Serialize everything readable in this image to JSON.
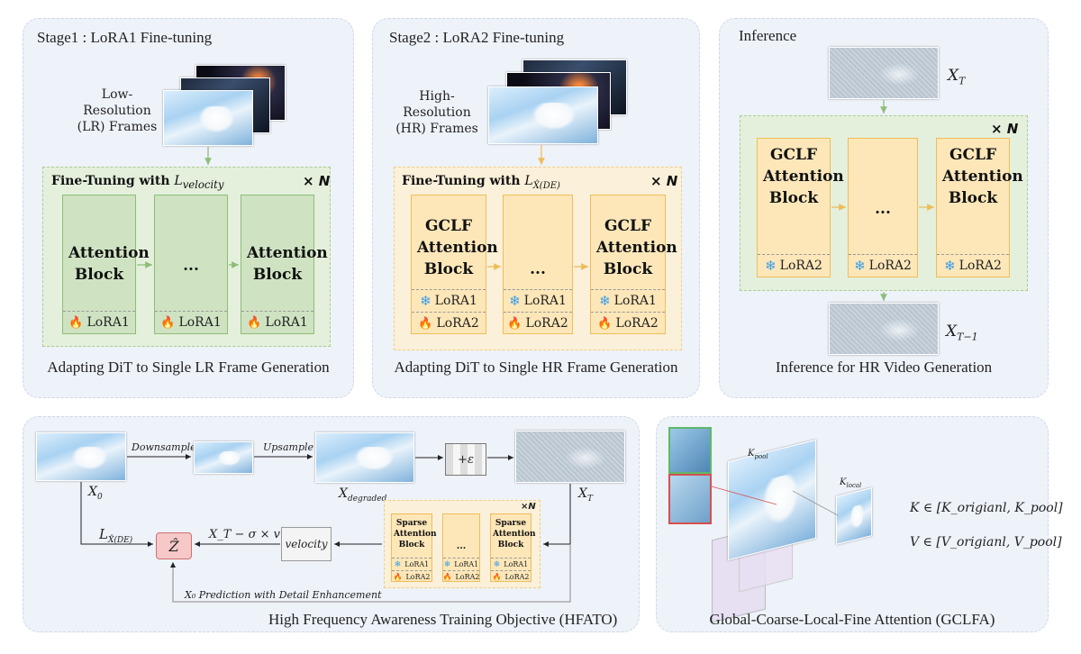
{
  "stage1": {
    "title": "Stage1 : LoRA1 Fine-tuning",
    "frames_label": "Low-Resolution\n(LR) Frames",
    "finetune_prefix": "Fine-Tuning with ",
    "finetune_loss": "L",
    "finetune_loss_sub": "velocity",
    "times_n": "× N",
    "block1": "Attention Block",
    "block_mid": "...",
    "block3": "Attention Block",
    "lora": "LoRA1",
    "caption": "Adapting DiT to Single LR Frame Generation"
  },
  "stage2": {
    "title": "Stage2 : LoRA2 Fine-tuning",
    "frames_label": "High-Resolution\n(HR) Frames",
    "finetune_prefix": "Fine-Tuning with ",
    "finetune_loss": "L",
    "finetune_loss_sub": "X̂(DE)",
    "times_n": "× N",
    "block1": "GCLF Attention Block",
    "block_mid": "...",
    "block3": "GCLF Attention Block",
    "lora_a": "LoRA1",
    "lora_b": "LoRA2",
    "caption": "Adapting DiT to Single HR Frame Generation"
  },
  "inference": {
    "title": "Inference",
    "xt": "X",
    "xt_sub": "T",
    "xt1_sub": "T−1",
    "times_n": "× N",
    "block1": "GCLF Attention Block",
    "block_mid": "...",
    "block3": "GCLF Attention Block",
    "lora": "LoRA2",
    "caption": "Inference for HR Video Generation"
  },
  "hfato": {
    "downsample": "Downsample",
    "upsample": "Upsample",
    "noise": "+ε",
    "x0": "X",
    "x0_sub": "0",
    "xdeg_sub": "degraded",
    "xt_sub": "T",
    "loss": "L",
    "loss_sub": "X̂(DE)",
    "zhat": "Ẑ",
    "formula": "X_T − σ × v",
    "velocity": "velocity",
    "times_n": "×N",
    "sparse_block": "Sparse Attention Block",
    "mid": "...",
    "lora_a": "LoRA1",
    "lora_b": "LoRA2",
    "prediction": "X₀ Prediction with Detail Enhancement",
    "caption": "High Frequency Awareness Training Objective (HFATO)"
  },
  "gclfa": {
    "kpool": "K",
    "kpool_sub": "pool",
    "klocal": "K",
    "klocal_sub": "local",
    "eq_k": "K ∈ [K_origianl, K_pool]",
    "eq_v": "V ∈ [V_origianl, V_pool]",
    "caption": "Global-Coarse-Local-Fine Attention (GCLFA)"
  }
}
